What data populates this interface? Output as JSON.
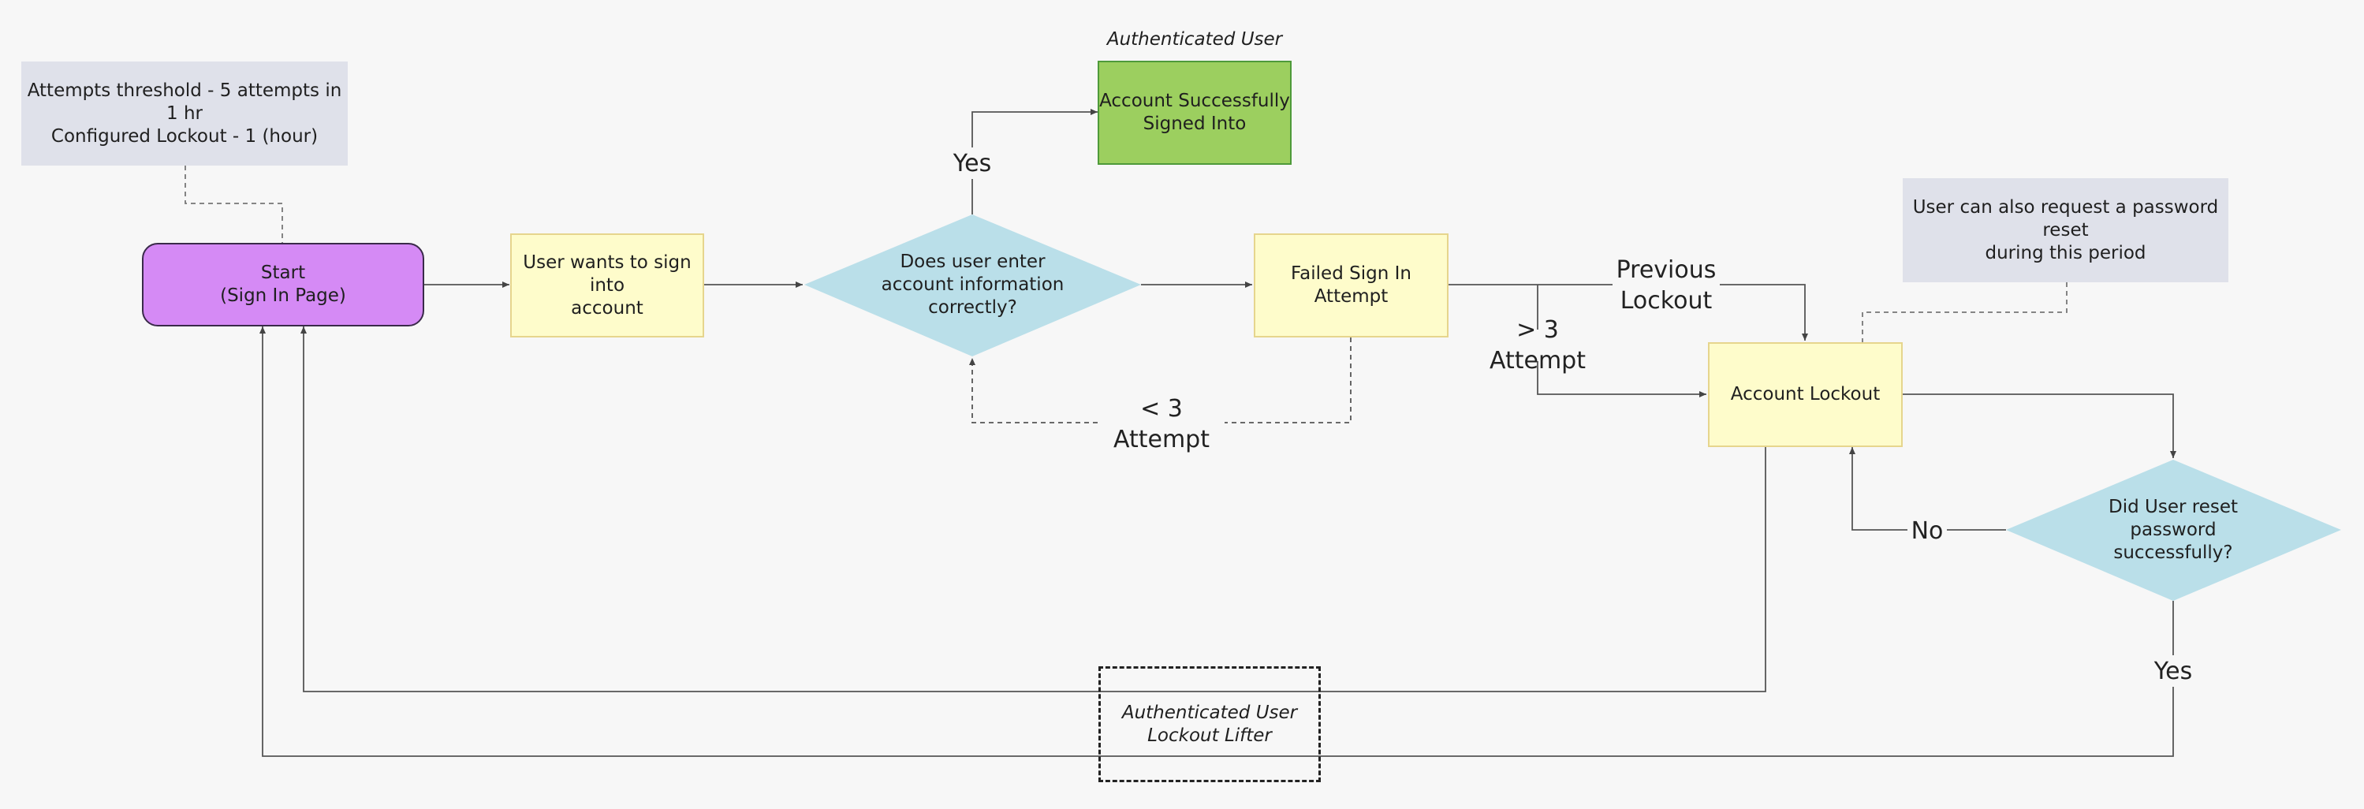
{
  "notes": {
    "threshold": "Attempts threshold - 5 attempts in 1 hr\nConfigured Lockout - 1 (hour)",
    "reset": "User can also request a password reset\nduring this period"
  },
  "nodes": {
    "start": "Start\n(Sign In Page)",
    "wants_sign_in": "User wants to sign into\naccount",
    "enter_correct": "Does user enter\naccount information\ncorrectly?",
    "success": "Account Successfully\nSigned Into",
    "failed_attempt": "Failed Sign In Attempt",
    "lockout": "Account Lockout",
    "reset_question": "Did User reset\npassword\nsuccessfully?",
    "lockout_lifter": "Authenticated User\nLockout Lifter"
  },
  "labels": {
    "authenticated_user": "Authenticated User",
    "yes_top": "Yes",
    "previous_lockout": "Previous\nLockout",
    "more_than_3": "> 3 Attempt",
    "less_than_3": "< 3 Attempt",
    "no": "No",
    "yes_bottom": "Yes"
  },
  "colors": {
    "start_fill": "#d58af5",
    "process_fill": "#fefccb",
    "decision_fill": "#badfe9",
    "success_fill": "#9ccf5f",
    "note_fill": "#dfe1ea",
    "line": "#555555"
  }
}
